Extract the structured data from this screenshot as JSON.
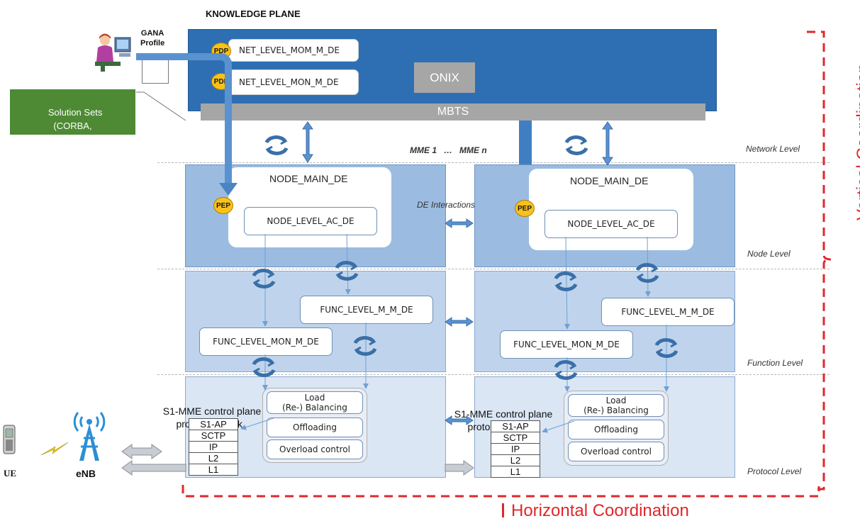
{
  "title": "KNOWLEDGE PLANE",
  "gana_profile": "GANA\nProfile",
  "solution_sets": "Solution Sets\n(CORBA,\nXML,SNMP,NETCONF",
  "onix": "ONIX",
  "mbts": "MBTS",
  "badges": {
    "pdp": "PDP",
    "pep": "PEP"
  },
  "net_des": [
    "NET_LEVEL_MOM_M_DE",
    "NET_LEVEL_MON_M_DE"
  ],
  "mme_label": "MME 1   …   MME n",
  "de_interactions": "DE Interactions",
  "levels": {
    "network": "Network Level",
    "node": "Node Level",
    "function": "Function Level",
    "protocol": "Protocol Level"
  },
  "node_main_de": "NODE_MAIN_DE",
  "node_level_ac_de": "NODE_LEVEL_AC_DE",
  "func_level_m_m_de": "FUNC_LEVEL_M_M_DE",
  "func_level_mon_m_de": "FUNC_LEVEL_MON_M_DE",
  "control_plane": "S1-MME control plane\nprotocols/stack",
  "stack_layers": [
    "S1-AP",
    "SCTP",
    "IP",
    "L2",
    "L1"
  ],
  "functions": {
    "load": "Load\n(Re-) Balancing",
    "offloading": "Offloading",
    "overload": "Overload control"
  },
  "ue": "UE",
  "enb": "eNB",
  "horizontal": "Horizontal Coordination",
  "vertical": "Vertical Coordination",
  "colors": {
    "knowledge_plane": "#2e6fb3",
    "mbts": "#a6a6a6",
    "node_panel": "#9bbce0",
    "function_panel": "#bfd4ec",
    "protocol_panel": "#dae6f4",
    "solution_sets": "#4e8a34",
    "coordination": "#e0282b"
  }
}
